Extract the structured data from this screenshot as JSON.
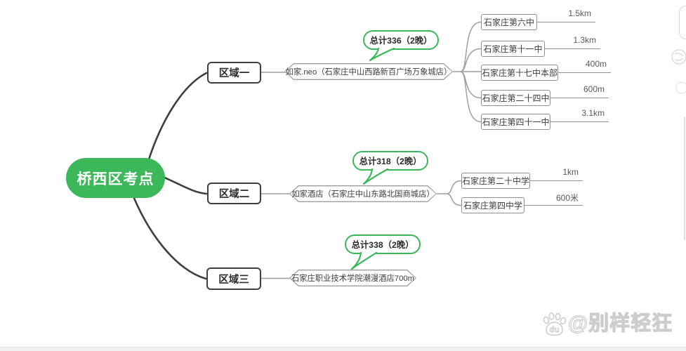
{
  "title": "桥西区考点",
  "branches": [
    {
      "label": "区域一",
      "total_badge": "总计336（2晚）",
      "hotel": "如家.neo（石家庄中山西路新百广场万象城店）",
      "schools": [
        {
          "name": "石家庄第六中",
          "distance": "1.5km"
        },
        {
          "name": "石家庄第十一中",
          "distance": "1.3km"
        },
        {
          "name": "石家庄第十七中本部",
          "distance": "400m"
        },
        {
          "name": "石家庄第二十四中",
          "distance": "600m"
        },
        {
          "name": "石家庄第四十一中",
          "distance": "3.1km"
        }
      ]
    },
    {
      "label": "区域二",
      "total_badge": "总计318（2晚）",
      "hotel": "如家酒店（石家庄中山东路北国商城店）",
      "schools": [
        {
          "name": "石家庄第二十中学",
          "distance": "1km"
        },
        {
          "name": "石家庄第四中学",
          "distance": "600米"
        }
      ]
    },
    {
      "label": "区域三",
      "total_badge": "总计338（2晚）",
      "hotel": "石家庄职业技术学院潮漫酒店700m",
      "schools": []
    }
  ],
  "watermark": {
    "handle": "@别样轻狂",
    "logo": "baidu-paw-du-icon",
    "logo_text": "du"
  },
  "colors": {
    "accent_green": "#3cb85a",
    "line_dark": "#3d4043",
    "line_gray": "#9a9ea3",
    "watermark_gray": "#cdcdcd"
  }
}
